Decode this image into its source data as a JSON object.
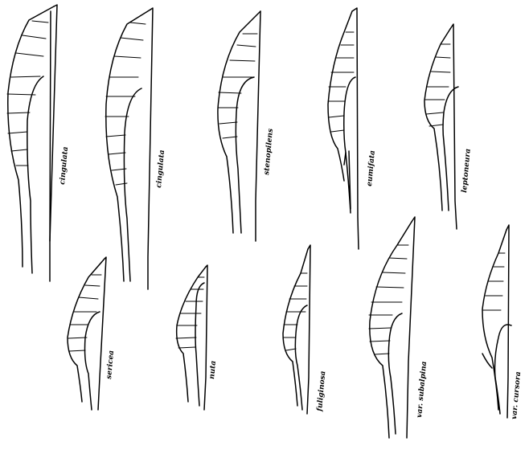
{
  "figure": {
    "specimens": [
      {
        "id": "s1",
        "label": "cingulata"
      },
      {
        "id": "s2",
        "label": "cingulata"
      },
      {
        "id": "s3",
        "label": "stenopilens"
      },
      {
        "id": "s4",
        "label": "eumifata"
      },
      {
        "id": "s5",
        "label": "leptoneura"
      },
      {
        "id": "s6",
        "label": "sericea"
      },
      {
        "id": "s7",
        "label": "nuta"
      },
      {
        "id": "s8",
        "label": "fuliginosa"
      },
      {
        "id": "s9",
        "label": "var. subalpina"
      },
      {
        "id": "s10",
        "label": "var. cursora"
      }
    ]
  }
}
